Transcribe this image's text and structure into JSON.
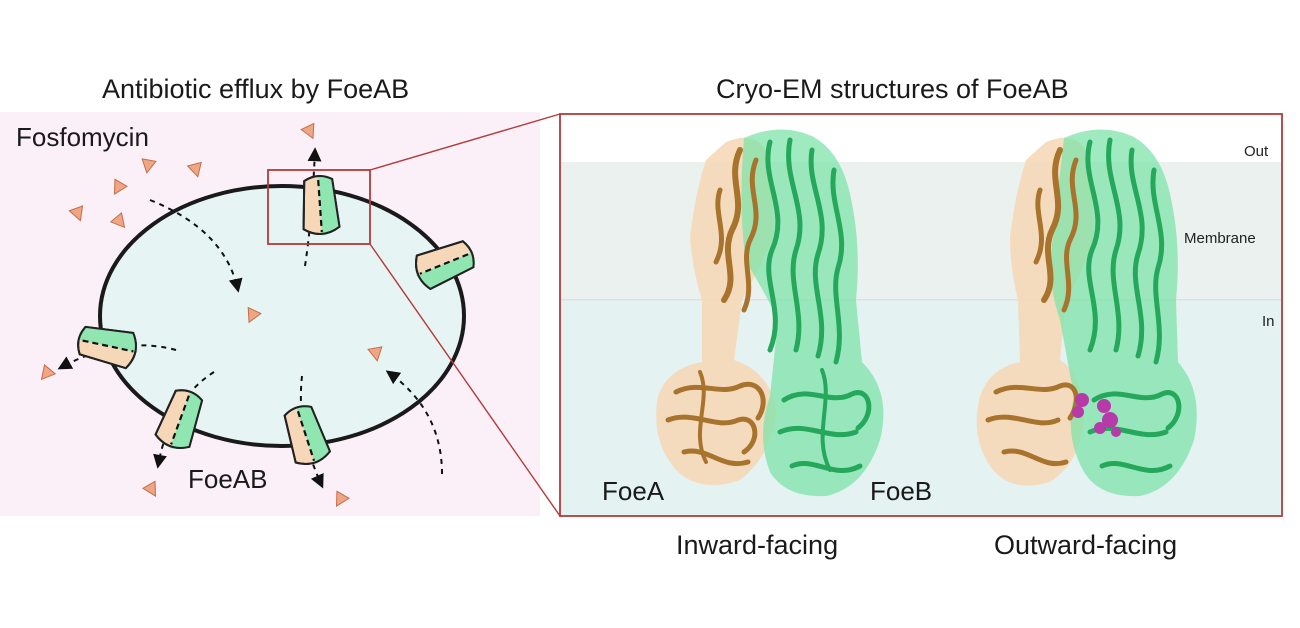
{
  "left_panel": {
    "title": "Antibiotic efflux by FoeAB",
    "substrate_label": "Fosfomycin",
    "transporter_label": "FoeAB"
  },
  "right_panel": {
    "title": "Cryo-EM structures of FoeAB",
    "region_labels": {
      "out": "Out",
      "membrane": "Membrane",
      "in": "In"
    },
    "subunit_labels": {
      "foea": "FoeA",
      "foeb": "FoeB"
    },
    "conformations": {
      "inward": "Inward-facing",
      "outward": "Outward-facing"
    }
  },
  "colors": {
    "cell_background": "#fbf0f8",
    "cytoplasm": "#e6f5f4",
    "membrane_band": "#eaf1ef",
    "inner_band": "#e4f2f2",
    "frame_red": "#b33a3a",
    "fosfomycin": "#f0a583",
    "foea_tan": "#f6d8b8",
    "foeb_green": "#6fdc9c",
    "foea_ribbon": "#a8732c",
    "foeb_ribbon": "#25a85c",
    "ligand_magenta": "#b63aa8"
  }
}
